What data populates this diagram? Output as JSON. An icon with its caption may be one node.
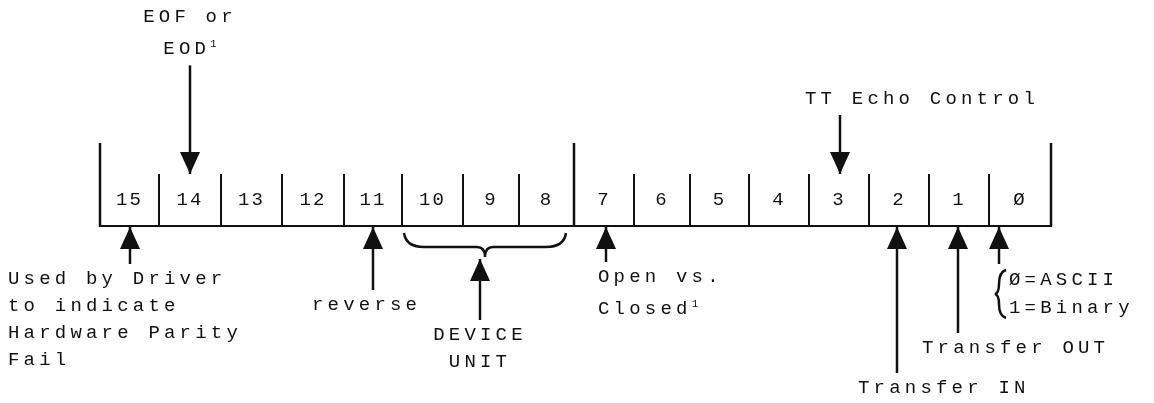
{
  "diagram": {
    "nodes": [
      {
        "text": [
          "15"
        ]
      },
      {
        "text": [
          "14"
        ]
      },
      {
        "text": [
          "13"
        ]
      },
      {
        "text": [
          "12"
        ]
      },
      {
        "text": [
          "11"
        ]
      },
      {
        "text": [
          "10"
        ]
      },
      {
        "text": [
          "9"
        ]
      },
      {
        "text": [
          "8"
        ]
      },
      {
        "text": [
          "7"
        ]
      },
      {
        "text": [
          "6"
        ]
      },
      {
        "text": [
          "5"
        ]
      },
      {
        "text": [
          "4"
        ]
      },
      {
        "text": [
          "3"
        ]
      },
      {
        "text": [
          "2"
        ]
      },
      {
        "text": [
          "1"
        ]
      },
      {
        "text": [
          "Ø"
        ]
      },
      {
        "text": [
          "EOF or EOD$^{1}$"
        ]
      },
      {
        "text": [
          "TT Echo Control"
        ]
      },
      {
        "text": [
          "Used by Driver to indicate Hardware Parity Fail"
        ]
      },
      {
        "text": [
          "reverse"
        ]
      },
      {
        "text": [],
        "shape": "bracket"
      },
      {
        "text": [
          "DEVICE UNIT"
        ]
      },
      {
        "text": [
          "Open vs. Closed$^{1}$"
        ]
      },
      {
        "text": [
          "Transfer IN"
        ]
      },
      {
        "text": [
          "Transfer OUT"
        ]
      },
      {
        "text": [
          "Ø=ASCII",
          "1=Binary"
        ]
      }
    ],
    "edges": [
      {
        "from": 16,
        "to": 1,
        "arrow": "to"
      },
      {
        "from": 17,
        "to": 12,
        "arrow": "to"
      },
      {
        "from": 18,
        "to": 0,
        "arrow": "to"
      },
      {
        "from": 19,
        "to": 4,
        "arrow": "to"
      },
      {
        "from": 21,
        "to": 20,
        "arrow": "to"
      },
      {
        "from": 22,
        "to": 8,
        "arrow": "to"
      },
      {
        "from": 23,
        "to": 13,
        "arrow": "to"
      },
      {
        "from": 24,
        "to": 14,
        "arrow": "to"
      },
      {
        "from": 25,
        "to": 15,
        "arrow": "to"
      }
    ]
  }
}
